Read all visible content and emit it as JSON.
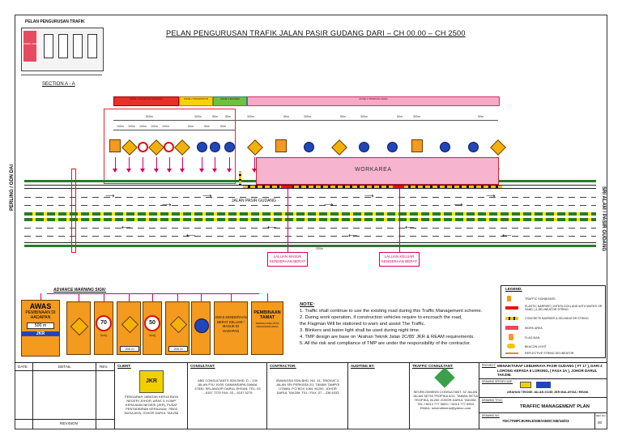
{
  "title": "PELAN PENGURUSAN TRAFIK JALAN PASIR GUDANG DARI – CH 00.00 – CH 2500",
  "inset": {
    "title": "PELAN PENGURUSAN TRAFIK",
    "section_label": "SECTION A - A",
    "work_area_label": "WORK AREA"
  },
  "zone_bar": {
    "labels": [
      "ZONE 1 ADVANCE WARNING",
      "ZONE 2 TRANSITION",
      "ZONE 3 BUFFER",
      "ZONE 4 WORKING AREA"
    ],
    "colors": [
      "#e5312b",
      "#f5d20a",
      "#6ec043",
      "#f7a8c6"
    ]
  },
  "distances": {
    "top_row": [
      "500m",
      "300m",
      "50m",
      "50m",
      "300m",
      "50m",
      "300m",
      "50m",
      "300m",
      "50m",
      "300m",
      "50m"
    ],
    "sub_row": [
      "100m",
      "100m",
      "100m",
      "100m",
      "100m",
      "50m",
      "50m",
      "50m"
    ],
    "bottom_span": "200m"
  },
  "road": {
    "work_area_label": "WORKAREA",
    "road_name": "JALAN PASIR GUDANG",
    "left_destination": "PERLING / GDN DAI",
    "right_destination": "SRI ALAM / PASIR GUDANG"
  },
  "callouts": {
    "entry": "LALUAN MASUK KENDERAAN BERAT",
    "exit": "LALUAN KELUAR KENDERAAN BERAT"
  },
  "advance_warning": {
    "label": "ADVANCE WARNING SIGN:",
    "awas": {
      "line1": "AWAS",
      "line2": "PEMBINAAN DI HADAPAN",
      "dist": "500 m",
      "org": "JKR"
    },
    "speed1": {
      "value": "70",
      "unit": "km/j"
    },
    "speed2": {
      "value": "50",
      "unit": "km/j"
    },
    "dist_200": "200 m",
    "heavy": "AWAS KENDERAAN BERAT KELUAR / MASUK DI HADAPAN",
    "tamat": {
      "line1": "PEMBINAAN",
      "line2": "TAMAT",
      "line3": "TERIMA KASIH ATAS KERJASAMA ANDA"
    }
  },
  "notes": {
    "heading": "NOTE:",
    "items": [
      "1.  Traffic shall continue to use the existing road  during this Traffic Management scheme.",
      "2.  During work operation, if construction vehicles  require to encroach the road,",
      "      the Flagman Will  be stationed to warn and  assist The Traffic.",
      "3.  Blinkers and baton light shall be used during night  time.",
      "4.  TMP design are base on 'Arahan Teknik Jalan 2C/85' JKR & REAM requirements.",
      "5.  All the risk and compliance of TMP are under the responsibility of the contractor."
    ]
  },
  "legend": {
    "heading": "LEGEND:",
    "items": [
      "TRAFFIC SIGNBOARD",
      "PLASTIC BARRIER ( INTERLOCK) AND WITH WATER OR SAND ) & DELINEATOR STRING",
      "CONCRETE  BARRIER  & DELINEATOR STRING",
      "WORK AREA",
      "FLAG MAN",
      "BEACON LIGHT",
      "REFLECTIVE STRING DELINEATOR"
    ]
  },
  "title_block": {
    "date": "DATE",
    "detail": "DETAIL",
    "rev": "REV.",
    "revision": "REVISION",
    "client_label": "CLIENT:",
    "client_text": "PENGARAH JABATAN KERJA RAYA NEGERI JOHOR, ARAS 3, KOMP. KERAJAAN NEGERI (JKR), PUSAT PENTADBIRAN KERAJAAN, 79503 NUSAJAYA, JOHOR DARUL TAKZIM",
    "client_logo": "JKR",
    "consultant_label": "CONSULTANT:",
    "consultant_text": "ABD CONSULTANTS SDN BHD. D – 130 JALAN PJU 10/30, DAMANSARA DAMAI, 47830, SELANGOR DARUL EHSAN. TEL: 03 – 6157 7275 FAX: 03 – 6157 5275",
    "contractor_label": "CONTRACTOR:",
    "contractor_text": "ISWANGSA SDN BHD. NO. 41, TINGKAT 2, JALAN SRI PERKASA 2/1, TAMAN TAMPOI UTAMA, P.O BOX 1064, 81200, JOHOR DARUL TAKZIM. TEL / FAX: 07 – 236 6333",
    "audit_label": "AUDITING BY:",
    "tc_label": "TRAFFIC CONSULTANT:",
    "tc_text": "SEVEN DIMENSI CONSULTANT. 32 JALAN JALAN SETIA TROPIKA 6/11, TAMAN SETIA TROPIKA, 81200 JOHOR DARUL TAKZIM. TEL:+6013 777 5553 / +6013 777 5553 EMAIL: sevendimensi@yahoo.com",
    "project_label": "PROJECT:",
    "project_text": "MENAIKTARAF LEBUHRAYA PASIR GUDANG ( FT 17 ), DARI 4 LORONG KEPADA 6 LORONG, ( FASA 2A ), JOHOR DARUL TAKZIM.",
    "drawing_spec_label": "DRAWING SPESIFICASE:",
    "drawing_spec_text": "ARAHAN TEKNIK JALAN 2C/85 JKR MALAYSIA / REAM.",
    "drawing_title_label": "DRAWING TITLE:",
    "drawing_title": "TRAFFIC MANAGEMENT PLAN",
    "drawing_no_label": "DRAWING NO:",
    "drawing_no": "7DC/TMP/JKRNJ/ISB/ABDCSB/16/03",
    "rev_no_label": "REV NO:",
    "rev_no": "00"
  }
}
